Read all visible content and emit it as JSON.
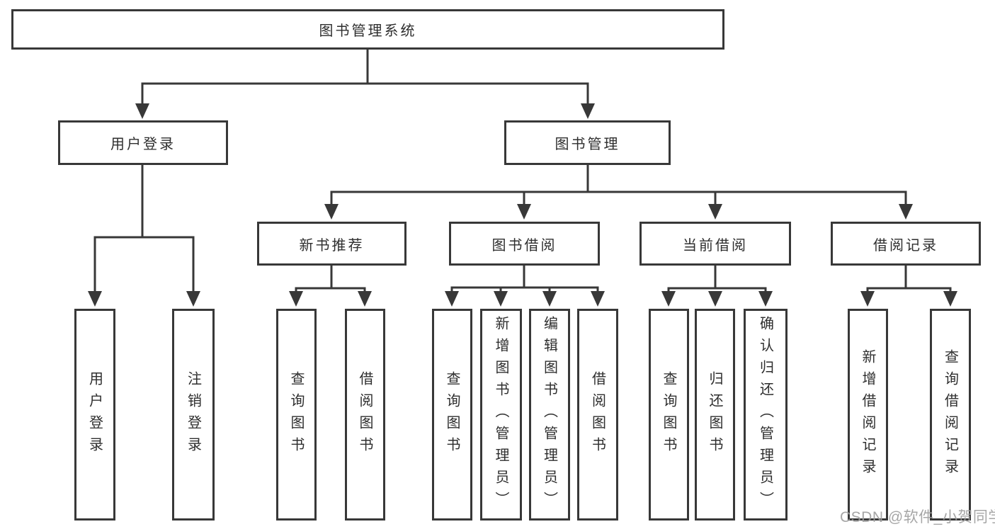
{
  "tree": {
    "label": "图书管理系统",
    "children": [
      {
        "label": "用户登录",
        "children": [
          {
            "label": "用户登录"
          },
          {
            "label": "注销登录"
          }
        ]
      },
      {
        "label": "图书管理",
        "children": [
          {
            "label": "新书推荐",
            "children": [
              {
                "label": "查询图书"
              },
              {
                "label": "借阅图书"
              }
            ]
          },
          {
            "label": "图书借阅",
            "children": [
              {
                "label": "查询图书"
              },
              {
                "label": "新增图书（管理员）"
              },
              {
                "label": "编辑图书（管理员）"
              },
              {
                "label": "借阅图书"
              }
            ]
          },
          {
            "label": "当前借阅",
            "children": [
              {
                "label": "查询图书"
              },
              {
                "label": "归还图书"
              },
              {
                "label": "确认归还（管理员）"
              }
            ]
          },
          {
            "label": "借阅记录",
            "children": [
              {
                "label": "新增借阅记录"
              },
              {
                "label": "查询借阅记录"
              }
            ]
          }
        ]
      }
    ]
  },
  "watermark": {
    "text": "CSDN @软件_小贺同学"
  },
  "colors": {
    "line": "#383838",
    "box_border": "#383838",
    "text": "#2e2e2e",
    "background": "#ffffff",
    "watermark": "#9e9e9e"
  }
}
